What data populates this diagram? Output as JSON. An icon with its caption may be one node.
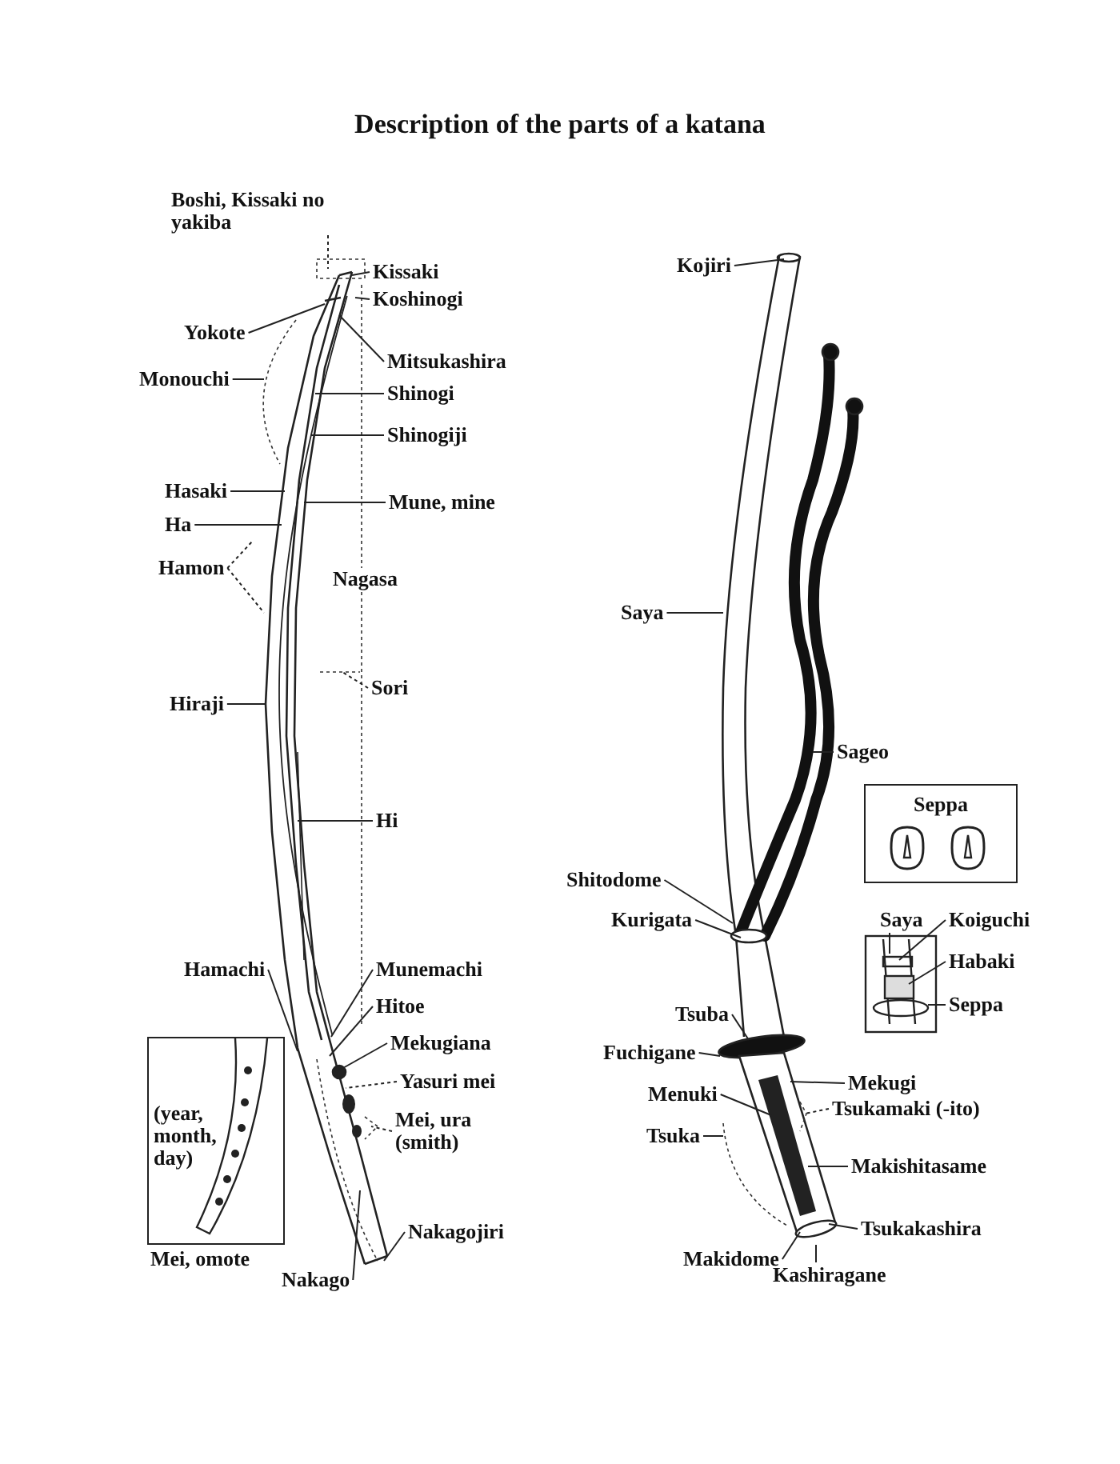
{
  "diagram": {
    "title": "Description of the parts of a katana",
    "nodes": [
      {
        "text": [
          "Boshi, Kissaki no yakiba"
        ]
      },
      {
        "text": [
          "Kissaki"
        ]
      },
      {
        "text": [
          "Koshinogi"
        ]
      },
      {
        "text": [
          "Yokote"
        ]
      },
      {
        "text": [
          "Mitsukashira"
        ]
      },
      {
        "text": [
          "Monouchi"
        ]
      },
      {
        "text": [
          "Shinogi"
        ]
      },
      {
        "text": [
          "Shinogiji"
        ]
      },
      {
        "text": [
          "Hasaki"
        ]
      },
      {
        "text": [
          "Mune, mine"
        ]
      },
      {
        "text": [
          "Ha"
        ]
      },
      {
        "text": [
          "Hamon"
        ]
      },
      {
        "text": [
          "Sori"
        ]
      },
      {
        "text": [
          "Hiraji"
        ]
      },
      {
        "text": [
          "Hi"
        ]
      },
      {
        "text": [
          "Hamachi"
        ]
      },
      {
        "text": [
          "Munemachi"
        ]
      },
      {
        "text": [
          "Hitoe"
        ]
      },
      {
        "text": [
          "Mekugiana"
        ]
      },
      {
        "text": [
          "Yasuri mei"
        ]
      },
      {
        "text": [
          "Mei, ura (smith)"
        ]
      },
      {
        "text": [
          "Nakago"
        ]
      },
      {
        "text": [
          "Nakagojiri"
        ]
      },
      {
        "text": [
          "(year, month, day)",
          "Mei, omote"
        ]
      },
      {
        "text": [
          "Kojiri"
        ]
      },
      {
        "text": [
          "Saya"
        ]
      },
      {
        "text": [
          "Sageo"
        ]
      },
      {
        "text": [
          "Seppa"
        ]
      },
      {
        "text": [
          "Shitodome"
        ]
      },
      {
        "text": [
          "Kurigata"
        ]
      },
      {
        "text": [
          "Saya"
        ]
      },
      {
        "text": [
          "Koiguchi"
        ]
      },
      {
        "text": [
          "Habaki"
        ]
      },
      {
        "text": [
          "Seppa"
        ]
      },
      {
        "text": [
          "Tsuba"
        ]
      },
      {
        "text": [
          "Fuchigane"
        ]
      },
      {
        "text": [
          "Mekugi"
        ]
      },
      {
        "text": [
          "Menuki"
        ]
      },
      {
        "text": [
          "Tsukamaki (-ito)"
        ]
      },
      {
        "text": [
          "Tsuka"
        ]
      },
      {
        "text": [
          "Makishitasame"
        ]
      },
      {
        "text": [
          "Tsukakashira"
        ]
      },
      {
        "text": [
          "Makidome"
        ]
      },
      {
        "text": [
          "Kashiragane"
        ]
      },
      {
        "text": [],
        "shape": "picture"
      },
      {
        "text": [],
        "shape": "picture"
      },
      {
        "text": [],
        "shape": "picture"
      }
    ],
    "edges": [
      {
        "from": 0,
        "to": 44,
        "arrow": "none",
        "style": "dashed"
      },
      {
        "from": 1,
        "to": 44,
        "arrow": "none"
      },
      {
        "from": 2,
        "to": 44,
        "arrow": "none"
      },
      {
        "from": 3,
        "to": 44,
        "arrow": "none"
      },
      {
        "from": 4,
        "to": 44,
        "arrow": "none"
      },
      {
        "from": 5,
        "to": 44,
        "arrow": "none"
      },
      {
        "from": 6,
        "to": 44,
        "arrow": "none"
      },
      {
        "from": 7,
        "to": 44,
        "arrow": "none"
      },
      {
        "from": 8,
        "to": 44,
        "arrow": "none"
      },
      {
        "from": 9,
        "to": 44,
        "arrow": "none"
      },
      {
        "from": 10,
        "to": 44,
        "arrow": "none"
      },
      {
        "from": 11,
        "to": 44,
        "arrow": "none",
        "style": "dashed"
      },
      {
        "from": 11,
        "to": 44,
        "arrow": "none",
        "style": "dashed"
      },
      {
        "from": 12,
        "to": 44,
        "arrow": "none",
        "style": "dashed"
      },
      {
        "from": 13,
        "to": 44,
        "arrow": "none"
      },
      {
        "from": 14,
        "to": 44,
        "arrow": "none"
      },
      {
        "from": 15,
        "to": 44,
        "arrow": "none"
      },
      {
        "from": 16,
        "to": 44,
        "arrow": "none"
      },
      {
        "from": 17,
        "to": 44,
        "arrow": "none"
      },
      {
        "from": 18,
        "to": 44,
        "arrow": "none"
      },
      {
        "from": 19,
        "to": 44,
        "arrow": "none",
        "style": "dashed"
      },
      {
        "from": 20,
        "to": 44,
        "arrow": "none",
        "style": "dashed"
      },
      {
        "from": 21,
        "to": 44,
        "arrow": "none"
      },
      {
        "from": 22,
        "to": 44,
        "arrow": "none"
      },
      {
        "from": 24,
        "to": 45,
        "arrow": "none"
      },
      {
        "from": 25,
        "to": 45,
        "arrow": "none"
      },
      {
        "from": 26,
        "to": 45,
        "arrow": "none"
      },
      {
        "from": 28,
        "to": 45,
        "arrow": "none"
      },
      {
        "from": 29,
        "to": 45,
        "arrow": "none"
      },
      {
        "from": 30,
        "to": 46,
        "arrow": "none"
      },
      {
        "from": 31,
        "to": 46,
        "arrow": "none"
      },
      {
        "from": 32,
        "to": 46,
        "arrow": "none"
      },
      {
        "from": 33,
        "to": 46,
        "arrow": "none"
      },
      {
        "from": 34,
        "to": 45,
        "arrow": "none"
      },
      {
        "from": 35,
        "to": 45,
        "arrow": "none"
      },
      {
        "from": 36,
        "to": 45,
        "arrow": "none"
      },
      {
        "from": 37,
        "to": 45,
        "arrow": "none"
      },
      {
        "from": 38,
        "to": 45,
        "arrow": "none",
        "style": "dashed"
      },
      {
        "from": 39,
        "to": 45,
        "arrow": "none"
      },
      {
        "from": 40,
        "to": 45,
        "arrow": "none"
      },
      {
        "from": 41,
        "to": 45,
        "arrow": "none"
      },
      {
        "from": 42,
        "to": 45,
        "arrow": "none"
      },
      {
        "from": 43,
        "to": 45,
        "arrow": "none"
      }
    ],
    "labels": [
      "Nagasa"
    ]
  }
}
